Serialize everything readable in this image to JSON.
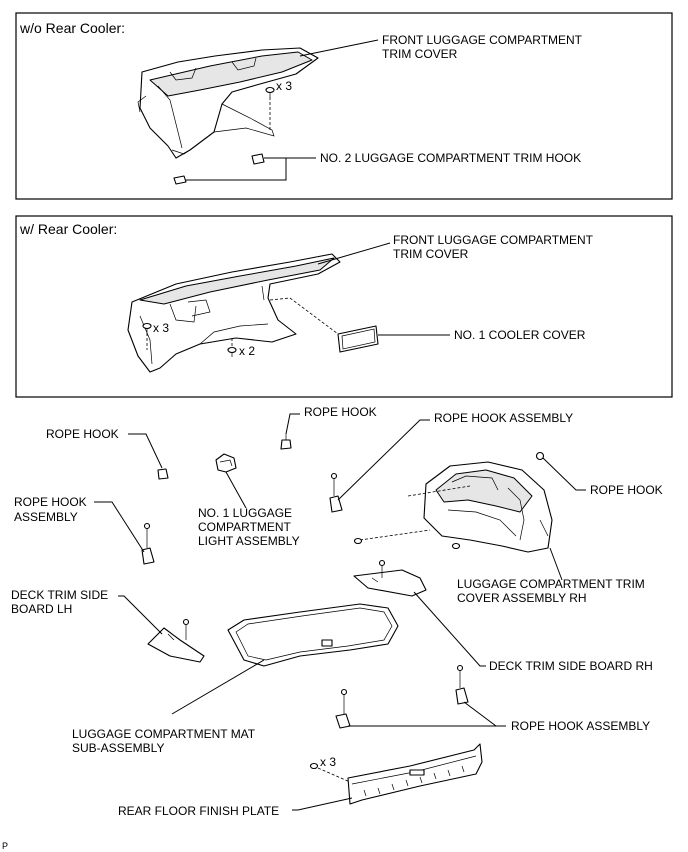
{
  "sections": {
    "wo_rear_cooler": "w/o Rear Cooler:",
    "w_rear_cooler": "w/ Rear Cooler:"
  },
  "labels": {
    "front_trim_cover_a_l1": "FRONT LUGGAGE COMPARTMENT",
    "front_trim_cover_a_l2": "TRIM COVER",
    "no2_trim_hook": "NO. 2 LUGGAGE COMPARTMENT TRIM HOOK",
    "front_trim_cover_b_l1": "FRONT LUGGAGE COMPARTMENT",
    "front_trim_cover_b_l2": "TRIM COVER",
    "no1_cooler_cover": "NO. 1 COOLER COVER",
    "rope_hook_top": "ROPE HOOK",
    "rope_hook_left": "ROPE HOOK",
    "rope_hook_assembly_top": "ROPE HOOK ASSEMBLY",
    "rope_hook_right": "ROPE HOOK",
    "rope_hook_assembly_left_l1": "ROPE HOOK",
    "rope_hook_assembly_left_l2": "ASSEMBLY",
    "light_assembly_l1": "NO. 1 LUGGAGE",
    "light_assembly_l2": "COMPARTMENT",
    "light_assembly_l3": "LIGHT ASSEMBLY",
    "trim_cover_rh_l1": "LUGGAGE COMPARTMENT TRIM",
    "trim_cover_rh_l2": "COVER ASSEMBLY RH",
    "deck_trim_lh_l1": "DECK TRIM SIDE",
    "deck_trim_lh_l2": "BOARD LH",
    "deck_trim_rh": "DECK TRIM SIDE BOARD RH",
    "rope_hook_assembly_bottom": "ROPE HOOK ASSEMBLY",
    "mat_l1": "LUGGAGE COMPARTMENT MAT",
    "mat_l2": "SUB-ASSEMBLY",
    "rear_floor_finish_plate": "REAR FLOOR FINISH PLATE"
  },
  "quantities": {
    "clip_a": "x 3",
    "clip_b": "x 3",
    "clip_c": "x 2",
    "clip_d": "x 3"
  },
  "footer": {
    "code": "P"
  }
}
